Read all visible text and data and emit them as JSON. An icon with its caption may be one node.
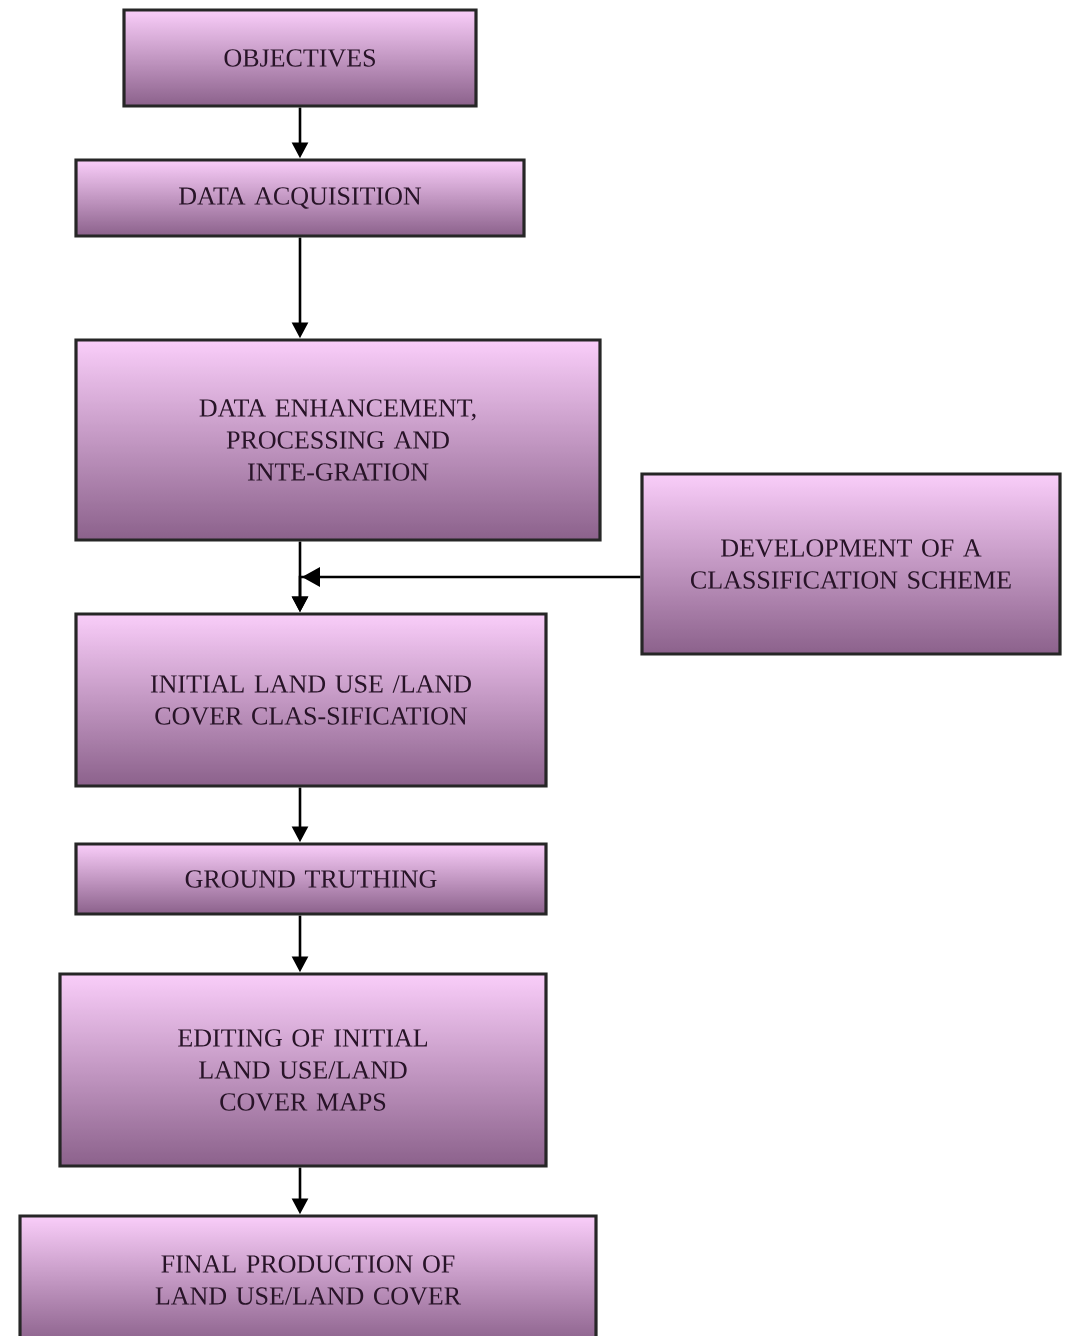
{
  "diagram": {
    "nodes": [
      {
        "text": [
          "OBJECTIVES"
        ]
      },
      {
        "text": [
          "DATA ACQUISITION"
        ]
      },
      {
        "text": [
          "DATA ENHANCEMENT, PROCESSING AND INTE-GRATION"
        ]
      },
      {
        "text": [
          "INITIAL LAND USE /LAND COVER CLAS-SIFICATION"
        ]
      },
      {
        "text": [
          "GROUND TRUTHING"
        ]
      },
      {
        "text": [
          "EDITING OF INITIAL LAND USE/LAND COVER MAPS"
        ]
      },
      {
        "text": [
          "FINAL PRODUCTION OF LAND USE/LAND COVER"
        ]
      },
      {
        "text": [
          "DEVELOPMENT OF A CLASSIFICATION SCHEME"
        ]
      }
    ],
    "edges": [
      {
        "from": 0,
        "to": 1,
        "arrow": "to"
      },
      {
        "from": 1,
        "to": 2,
        "arrow": "to"
      },
      {
        "from": 2,
        "to": 3,
        "arrow": "to"
      },
      {
        "from": 7,
        "to": 3,
        "arrow": "to"
      },
      {
        "from": 3,
        "to": 4,
        "arrow": "to"
      },
      {
        "from": 4,
        "to": 5,
        "arrow": "to"
      },
      {
        "from": 5,
        "to": 6,
        "arrow": "to"
      }
    ]
  }
}
